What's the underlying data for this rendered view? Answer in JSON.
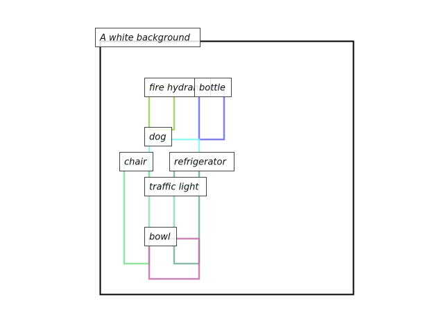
{
  "frame": {
    "title": "A white background"
  },
  "objects": [
    {
      "id": "fire-hydrant",
      "label": "fire hydrant",
      "color": "#9acd5a"
    },
    {
      "id": "bottle",
      "label": "bottle",
      "color": "#6a6ae8"
    },
    {
      "id": "dog",
      "label": "dog",
      "color": "#7ff5ee"
    },
    {
      "id": "chair",
      "label": "chair",
      "color": "#7ee08e"
    },
    {
      "id": "refrigerator",
      "label": "refrigerator",
      "color": "#7aaea0"
    },
    {
      "id": "traffic-light",
      "label": "traffic light",
      "color": "#a8e6c7"
    },
    {
      "id": "bowl",
      "label": "bowl",
      "color": "#c070a8"
    }
  ]
}
